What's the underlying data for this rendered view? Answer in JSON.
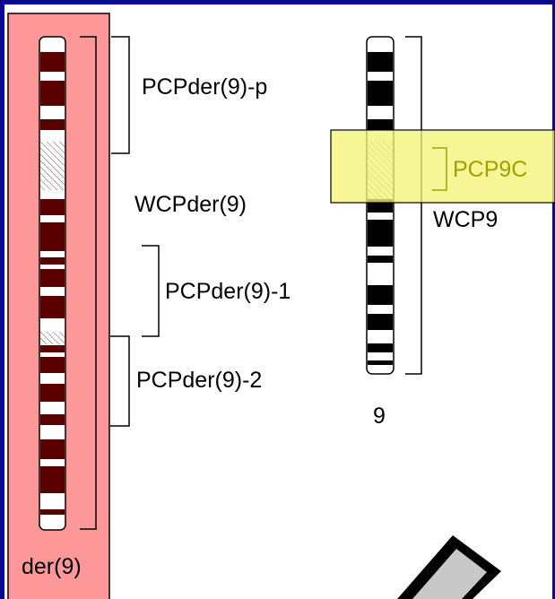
{
  "colors": {
    "frame": "#0a0a8a",
    "derPanel": "#ff9999",
    "highlight": "#f4f47a",
    "highlightStroke": "#b5b500",
    "highlightText": "#a0a000",
    "band": "#5a0000",
    "band9": "#000000",
    "hatch": "#c8b48a",
    "pointer": "#c8c8c8"
  },
  "labels": {
    "pcp_der9_p": "PCPder(9)-p",
    "wcp_der9": "WCPder(9)",
    "pcp_der9_1": "PCPder(9)-1",
    "pcp_der9_2": "PCPder(9)-2",
    "pcp9c": "PCP9C",
    "wcp9": "WCP9",
    "chr9": "9",
    "der9": "der(9)"
  }
}
